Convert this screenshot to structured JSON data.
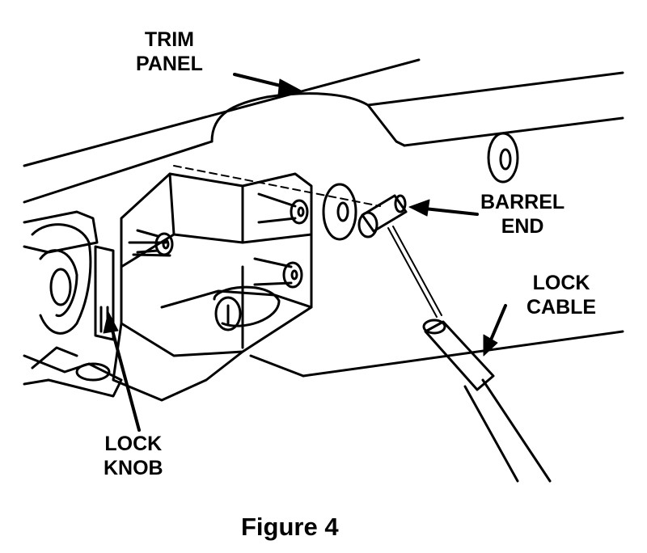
{
  "labels": {
    "trim_panel": [
      "TRIM",
      "PANEL"
    ],
    "barrel_end": [
      "BARREL",
      "END"
    ],
    "lock_cable": [
      "LOCK",
      "CABLE"
    ],
    "lock_knob": [
      "LOCK",
      "KNOB"
    ]
  },
  "caption": "Figure 4",
  "colors": {
    "ink": "#000000",
    "paper": "#ffffff"
  }
}
